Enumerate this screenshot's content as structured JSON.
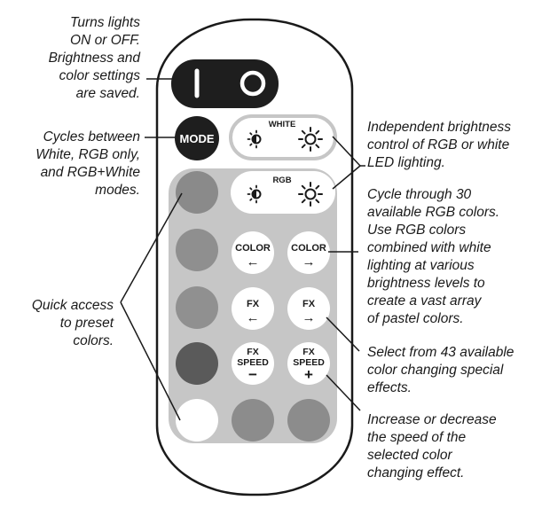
{
  "remote": {
    "power": {
      "on_symbol": "I",
      "off_symbol": "O"
    },
    "mode_label": "MODE",
    "white_label": "WHITE",
    "rgb_label": "RGB",
    "color_left": {
      "label": "COLOR",
      "arrow": "←"
    },
    "color_right": {
      "label": "COLOR",
      "arrow": "→"
    },
    "fx_left": {
      "label": "FX",
      "arrow": "←"
    },
    "fx_right": {
      "label": "FX",
      "arrow": "→"
    },
    "fx_speed_down": {
      "line1": "FX",
      "line2": "SPEED",
      "sign": "−"
    },
    "fx_speed_up": {
      "line1": "FX",
      "line2": "SPEED",
      "sign": "+"
    },
    "colors": {
      "preset1": "#8a8a8a",
      "preset2": "#8f8f8f",
      "preset3": "#909090",
      "preset4": "#5a5a5a",
      "preset5": "#ffffff",
      "preset6": "#8c8c8c",
      "preset7": "#8c8c8c",
      "panel": "#c6c6c6",
      "dark_button": "#1e1e1e"
    }
  },
  "annotations": {
    "power": [
      "Turns lights",
      "ON or OFF.",
      "Brightness and",
      "color settings",
      "are saved."
    ],
    "mode": [
      "Cycles between",
      "White, RGB only,",
      "and RGB+White",
      "modes."
    ],
    "presets": [
      "Quick access",
      "to preset",
      "colors."
    ],
    "brightness": [
      "Independent brightness",
      "control of RGB or white",
      "LED lighting."
    ],
    "color_cycle": [
      "Cycle through 30",
      "available RGB colors.",
      "Use RGB colors",
      "combined with white",
      "lighting at various",
      "brightness levels to",
      "create a vast array",
      "of pastel colors."
    ],
    "fx": [
      "Select from 43 available",
      "color changing special",
      "effects."
    ],
    "fx_speed": [
      "Increase or decrease",
      "the speed of the",
      "selected color",
      "changing effect."
    ]
  }
}
